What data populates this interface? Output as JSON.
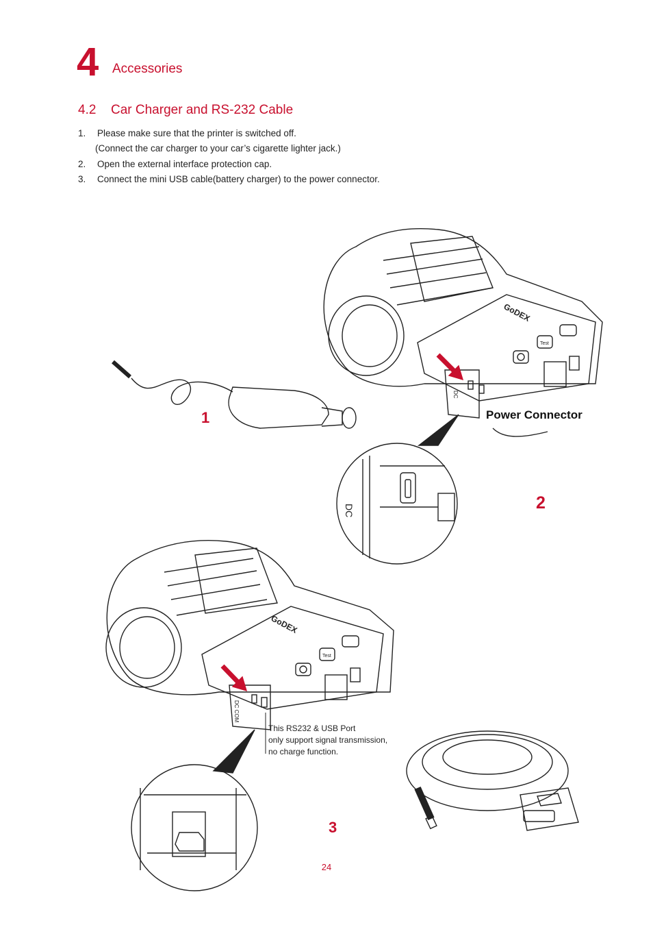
{
  "chapter": {
    "number": "4",
    "title": "Accessories"
  },
  "section": {
    "number": "4.2",
    "title": "Car Charger and RS-232 Cable"
  },
  "steps": [
    {
      "num": "1.",
      "text": "Please make sure that the printer is switched off."
    },
    {
      "num": "",
      "text": "(Connect the car charger to your car’s cigarette lighter jack.)"
    },
    {
      "num": "2.",
      "text": "Open the external interface protection cap."
    },
    {
      "num": "3.",
      "text": "Connect the mini USB cable(battery charger) to the power connector."
    }
  ],
  "callouts": {
    "c1": "1",
    "c2": "2",
    "c3": "3"
  },
  "labels": {
    "power_connector": "Power Connector",
    "note_lines": [
      "This RS232 & USB Port",
      "only support signal transmission,",
      "no charge function."
    ],
    "brand": "GoDEX",
    "button_test": "Test"
  },
  "page_number": "24",
  "colors": {
    "accent": "#c8102e",
    "line": "#222222"
  }
}
